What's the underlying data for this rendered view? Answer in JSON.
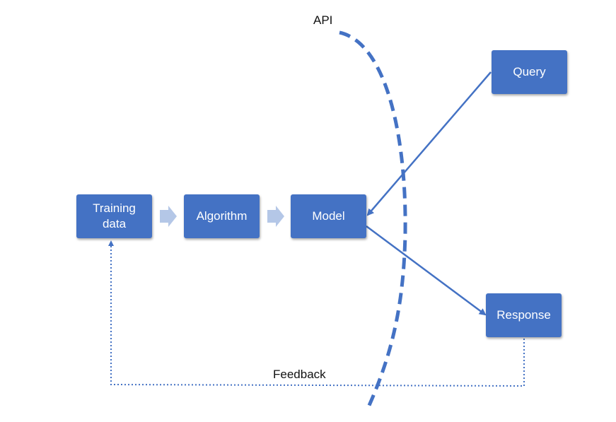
{
  "diagram": {
    "api_label": "API",
    "feedback_label": "Feedback",
    "nodes": {
      "training_data": "Training data",
      "algorithm": "Algorithm",
      "model": "Model",
      "query": "Query",
      "response": "Response"
    },
    "colors": {
      "box_fill": "#4472c4",
      "box_text": "#ffffff",
      "flow_arrow": "#b4c7e7",
      "connector": "#4472c4"
    }
  }
}
